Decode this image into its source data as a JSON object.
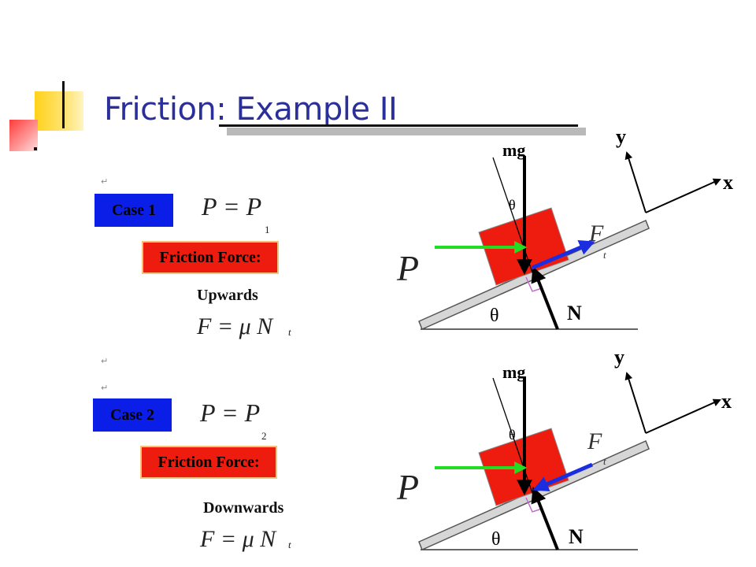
{
  "slide": {
    "title": "Friction: Example II"
  },
  "case1": {
    "label": "Case 1",
    "equation": "P = P",
    "subscript": "1",
    "friction_label": "Friction Force:",
    "direction": "Upwards",
    "friction_equation": "F = μ N",
    "friction_subscript": "t"
  },
  "case2": {
    "label": "Case 2",
    "equation": "P = P",
    "subscript": "2",
    "friction_label": "Friction Force:",
    "direction": "Downwards",
    "friction_equation": "F = μ N",
    "friction_subscript": "t"
  },
  "diagram1": {
    "weight_label": "mg",
    "push_label": "P",
    "normal_label": "N",
    "friction_label": "F",
    "friction_subscript": "t",
    "angle_label": "θ",
    "axis_x": "x",
    "axis_y": "y"
  },
  "diagram2": {
    "weight_label": "mg",
    "push_label": "P",
    "normal_label": "N",
    "friction_label": "F",
    "friction_subscript": "t",
    "angle_label": "θ",
    "axis_x": "x",
    "axis_y": "y"
  },
  "colors": {
    "title": "#2b2f9a",
    "case_box": "#0a1ee8",
    "friction_box": "#ee1c0e",
    "block": "#ee1c0e",
    "push_arrow": "#22dd22",
    "friction_arrow": "#1a2ee0",
    "accent_yellow": "#ffd21a"
  }
}
